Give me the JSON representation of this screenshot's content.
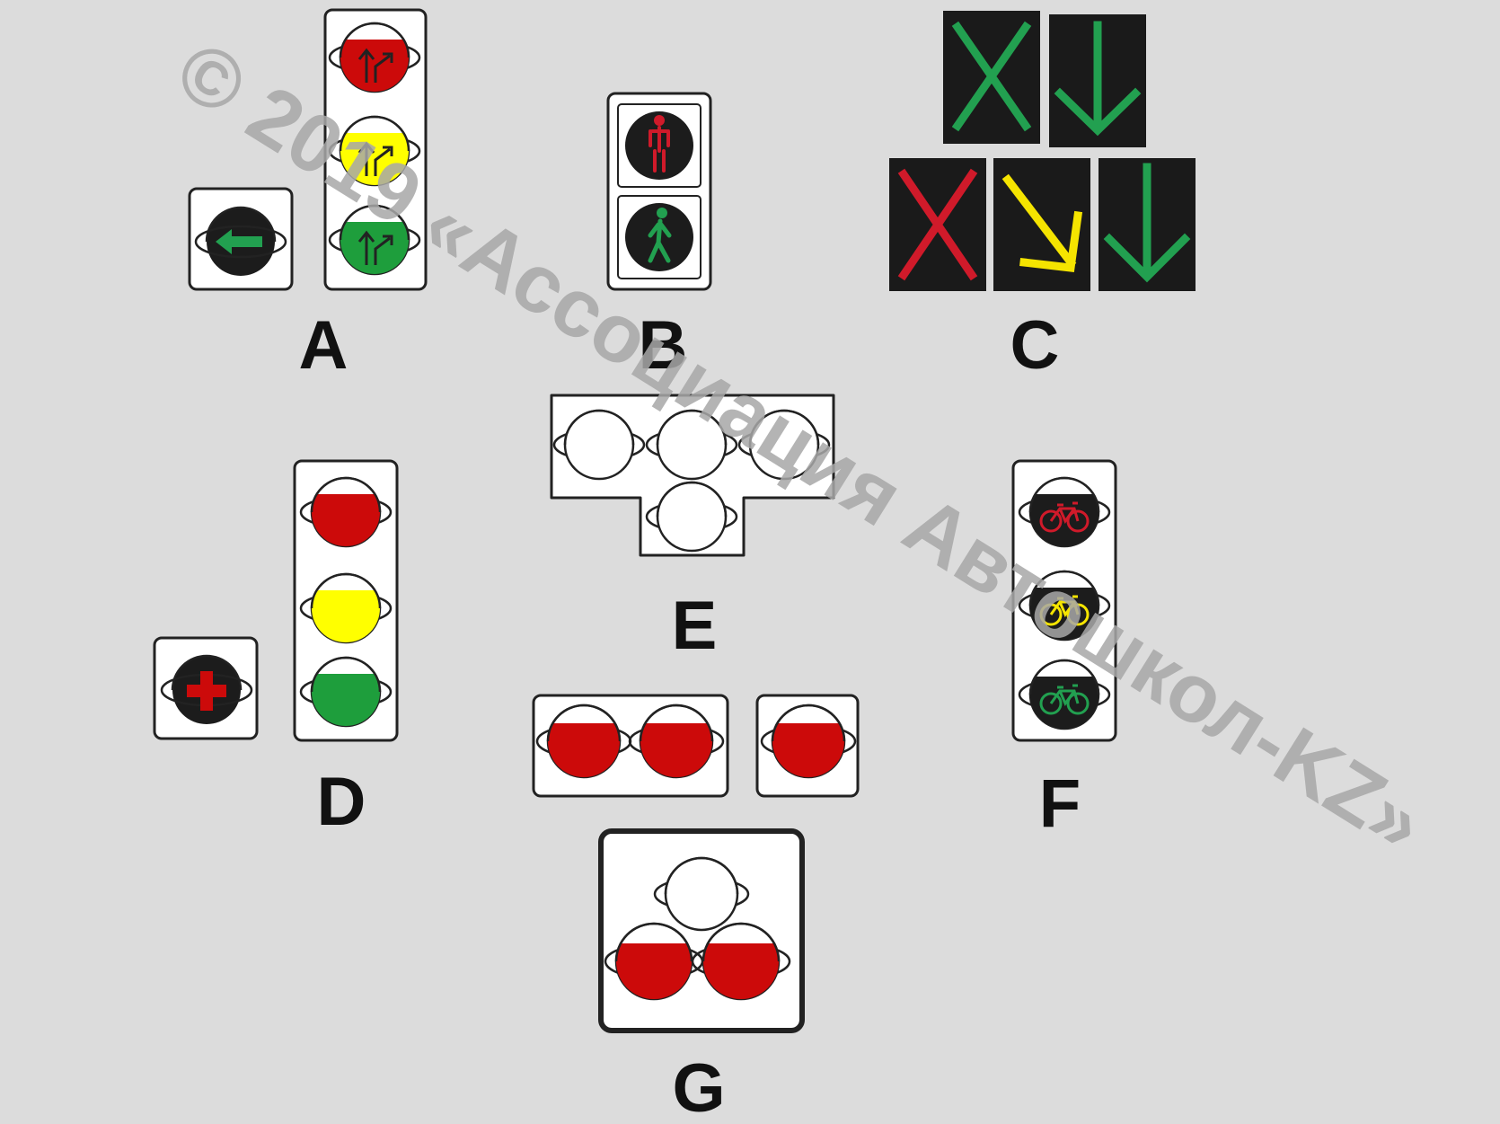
{
  "labels": {
    "a": "A",
    "b": "B",
    "c": "C",
    "d": "D",
    "e": "E",
    "f": "F",
    "g": "G"
  },
  "watermark": "© 2019 «Ассоциация Автошкол-KZ»",
  "colors": {
    "background": "#dcdcdc",
    "housing": "#ffffff",
    "lamp_off": "#1c1c1c",
    "red": "#cc0a0a",
    "yellow": "#ffff00",
    "green": "#1e9e3c",
    "signal_green": "#22a050",
    "signal_red": "#d01a2a",
    "signal_yellow": "#f5e400"
  },
  "icons": {
    "a": [
      "left-arrow-icon",
      "straight-left-arrow-icon"
    ],
    "b": [
      "pedestrian-standing-icon",
      "pedestrian-walking-icon"
    ],
    "c": [
      "cross-x-icon",
      "down-arrow-icon",
      "diagonal-arrow-icon"
    ],
    "d": [
      "plus-cross-icon"
    ],
    "f": [
      "bicycle-icon"
    ]
  }
}
